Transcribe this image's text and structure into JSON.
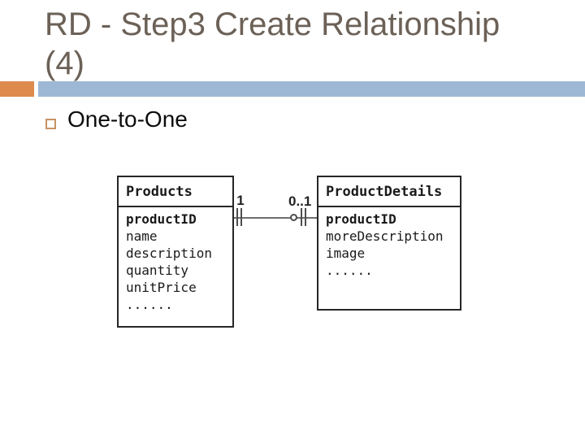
{
  "title": {
    "line1": "RD - Step3 Create Relationship",
    "line2": "(4)"
  },
  "bullet": {
    "label": "One-to-One"
  },
  "colors": {
    "title_text": "#6C6157",
    "accent_orange": "#DE8A4D",
    "accent_blue": "#9DB8D4",
    "bullet_border": "#C89265",
    "table_border": "#262626"
  },
  "diagram": {
    "tables": [
      {
        "name": "Products",
        "fields": [
          "productID",
          "name",
          "description",
          "quantity",
          "unitPrice",
          "......"
        ]
      },
      {
        "name": "ProductDetails",
        "fields": [
          "productID",
          "moreDescription",
          "image",
          "......"
        ]
      }
    ],
    "relationship": {
      "left_label": "1",
      "right_label": "0..1",
      "left_notation_icon": "exactly-one-tick-marks",
      "right_notation_icon": "zero-or-one-circle-tick-marks"
    }
  }
}
